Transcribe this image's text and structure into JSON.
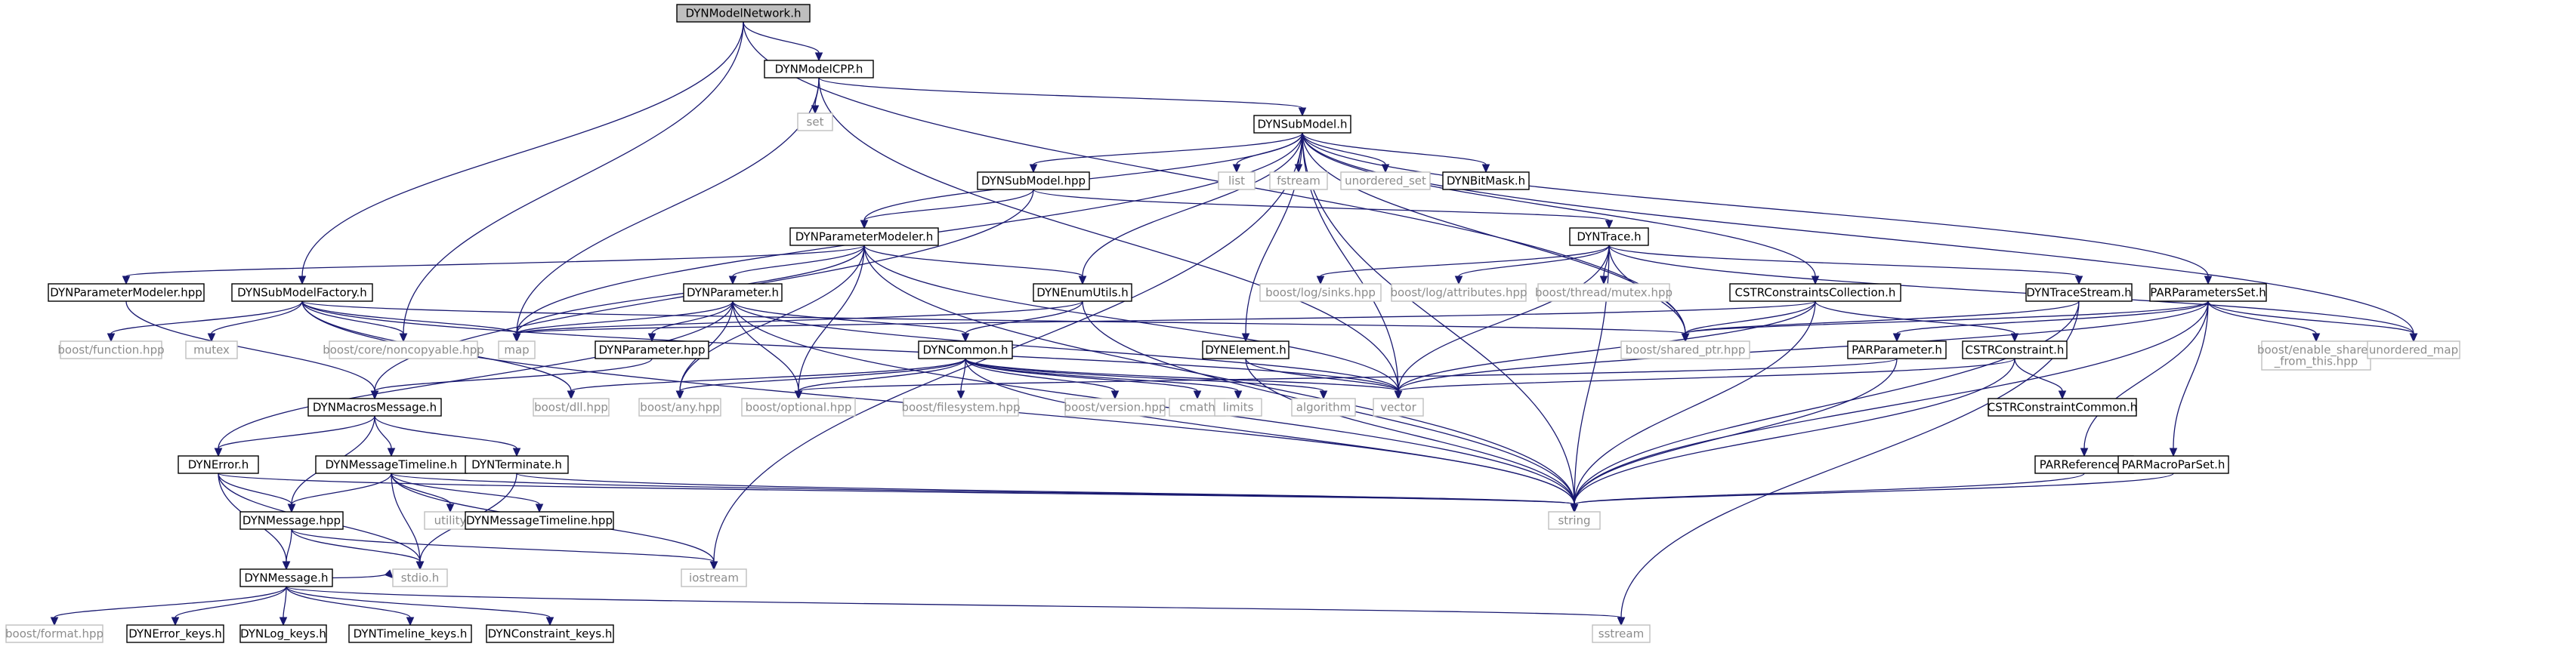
{
  "graph_title": "",
  "colors": {
    "edge": "#191970",
    "doc_border": "#000000",
    "sys_border": "#bfbfbf",
    "sys_text": "#8c8c8c",
    "root_fill": "#bfbfbf"
  },
  "nodes": [
    {
      "id": "n_modelnetwork",
      "label": "DYNModelNetwork.h",
      "kind": "root"
    },
    {
      "id": "n_modelcpp",
      "label": "DYNModelCPP.h",
      "kind": "doc"
    },
    {
      "id": "n_set",
      "label": "set",
      "kind": "sys"
    },
    {
      "id": "n_submodel_h",
      "label": "DYNSubModel.h",
      "kind": "doc"
    },
    {
      "id": "n_list",
      "label": "list",
      "kind": "sys"
    },
    {
      "id": "n_fstream",
      "label": "fstream",
      "kind": "sys"
    },
    {
      "id": "n_unordered_set",
      "label": "unordered_set",
      "kind": "sys"
    },
    {
      "id": "n_bitmask",
      "label": "DYNBitMask.h",
      "kind": "doc"
    },
    {
      "id": "n_submodel_hpp",
      "label": "DYNSubModel.hpp",
      "kind": "doc"
    },
    {
      "id": "n_parammodeler_h",
      "label": "DYNParameterModeler.h",
      "kind": "doc"
    },
    {
      "id": "n_trace_h",
      "label": "DYNTrace.h",
      "kind": "doc"
    },
    {
      "id": "n_parammodeler_hpp",
      "label": "DYNParameterModeler.hpp",
      "kind": "doc"
    },
    {
      "id": "n_submodelfactory",
      "label": "DYNSubModelFactory.h",
      "kind": "doc"
    },
    {
      "id": "n_parameter_h",
      "label": "DYNParameter.h",
      "kind": "doc"
    },
    {
      "id": "n_enumutils",
      "label": "DYNEnumUtils.h",
      "kind": "doc"
    },
    {
      "id": "n_log_sinks",
      "label": "boost/log/sinks.hpp",
      "kind": "sys"
    },
    {
      "id": "n_log_attrs",
      "label": "boost/log/attributes.hpp",
      "kind": "sys"
    },
    {
      "id": "n_thread_mutex",
      "label": "boost/thread/mutex.hpp",
      "kind": "sys"
    },
    {
      "id": "n_cstr_collection",
      "label": "CSTRConstraintsCollection.h",
      "kind": "doc"
    },
    {
      "id": "n_tracestream",
      "label": "DYNTraceStream.h",
      "kind": "doc"
    },
    {
      "id": "n_parparamset",
      "label": "PARParametersSet.h",
      "kind": "doc"
    },
    {
      "id": "n_boost_function",
      "label": "boost/function.hpp",
      "kind": "sys"
    },
    {
      "id": "n_mutex",
      "label": "mutex",
      "kind": "sys"
    },
    {
      "id": "n_noncopyable",
      "label": "boost/core/noncopyable.hpp",
      "kind": "sys"
    },
    {
      "id": "n_map",
      "label": "map",
      "kind": "sys"
    },
    {
      "id": "n_parameter_hpp",
      "label": "DYNParameter.hpp",
      "kind": "doc"
    },
    {
      "id": "n_common",
      "label": "DYNCommon.h",
      "kind": "doc"
    },
    {
      "id": "n_element",
      "label": "DYNElement.h",
      "kind": "doc"
    },
    {
      "id": "n_shared_ptr",
      "label": "boost/shared_ptr.hpp",
      "kind": "sys"
    },
    {
      "id": "n_parparameter",
      "label": "PARParameter.h",
      "kind": "doc"
    },
    {
      "id": "n_cstr_constraint",
      "label": "CSTRConstraint.h",
      "kind": "doc"
    },
    {
      "id": "n_enable_shared",
      "label": "boost/enable_shared\n_from_this.hpp",
      "kind": "sys"
    },
    {
      "id": "n_unordered_map",
      "label": "unordered_map",
      "kind": "sys"
    },
    {
      "id": "n_dll",
      "label": "boost/dll.hpp",
      "kind": "sys"
    },
    {
      "id": "n_macrosmessage",
      "label": "DYNMacrosMessage.h",
      "kind": "doc"
    },
    {
      "id": "n_any",
      "label": "boost/any.hpp",
      "kind": "sys"
    },
    {
      "id": "n_optional",
      "label": "boost/optional.hpp",
      "kind": "sys"
    },
    {
      "id": "n_filesystem",
      "label": "boost/filesystem.hpp",
      "kind": "sys"
    },
    {
      "id": "n_version",
      "label": "boost/version.hpp",
      "kind": "sys"
    },
    {
      "id": "n_cmath",
      "label": "cmath",
      "kind": "sys"
    },
    {
      "id": "n_limits",
      "label": "limits",
      "kind": "sys"
    },
    {
      "id": "n_algorithm",
      "label": "algorithm",
      "kind": "sys"
    },
    {
      "id": "n_vector",
      "label": "vector",
      "kind": "sys"
    },
    {
      "id": "n_cstr_common",
      "label": "CSTRConstraintCommon.h",
      "kind": "doc"
    },
    {
      "id": "n_error",
      "label": "DYNError.h",
      "kind": "doc"
    },
    {
      "id": "n_msgtimeline_h",
      "label": "DYNMessageTimeline.h",
      "kind": "doc"
    },
    {
      "id": "n_terminate",
      "label": "DYNTerminate.h",
      "kind": "doc"
    },
    {
      "id": "n_utility",
      "label": "utility",
      "kind": "sys"
    },
    {
      "id": "n_message_hpp",
      "label": "DYNMessage.hpp",
      "kind": "doc"
    },
    {
      "id": "n_msgtimeline_hpp",
      "label": "DYNMessageTimeline.hpp",
      "kind": "doc"
    },
    {
      "id": "n_string",
      "label": "string",
      "kind": "sys"
    },
    {
      "id": "n_parreference",
      "label": "PARReference.h",
      "kind": "doc"
    },
    {
      "id": "n_parmacroparset",
      "label": "PARMacroParSet.h",
      "kind": "doc"
    },
    {
      "id": "n_stdio",
      "label": "stdio.h",
      "kind": "sys"
    },
    {
      "id": "n_iostream",
      "label": "iostream",
      "kind": "sys"
    },
    {
      "id": "n_message_h",
      "label": "DYNMessage.h",
      "kind": "doc"
    },
    {
      "id": "n_boost_format",
      "label": "boost/format.hpp",
      "kind": "sys"
    },
    {
      "id": "n_error_keys",
      "label": "DYNError_keys.h",
      "kind": "doc"
    },
    {
      "id": "n_log_keys",
      "label": "DYNLog_keys.h",
      "kind": "doc"
    },
    {
      "id": "n_timeline_keys",
      "label": "DYNTimeline_keys.h",
      "kind": "doc"
    },
    {
      "id": "n_constraint_keys",
      "label": "DYNConstraint_keys.h",
      "kind": "doc"
    },
    {
      "id": "n_sstream",
      "label": "sstream",
      "kind": "sys"
    }
  ],
  "edges": [
    [
      "n_modelnetwork",
      "n_modelcpp"
    ],
    [
      "n_modelnetwork",
      "n_submodelfactory"
    ],
    [
      "n_modelnetwork",
      "n_noncopyable"
    ],
    [
      "n_modelnetwork",
      "n_shared_ptr"
    ],
    [
      "n_modelcpp",
      "n_set"
    ],
    [
      "n_modelcpp",
      "n_submodel_h"
    ],
    [
      "n_modelcpp",
      "n_map"
    ],
    [
      "n_modelcpp",
      "n_vector"
    ],
    [
      "n_submodel_h",
      "n_list"
    ],
    [
      "n_submodel_h",
      "n_fstream"
    ],
    [
      "n_submodel_h",
      "n_unordered_set"
    ],
    [
      "n_submodel_h",
      "n_bitmask"
    ],
    [
      "n_submodel_h",
      "n_submodel_hpp"
    ],
    [
      "n_submodel_h",
      "n_parammodeler_h"
    ],
    [
      "n_submodel_h",
      "n_enumutils"
    ],
    [
      "n_submodel_h",
      "n_cstr_collection"
    ],
    [
      "n_submodel_h",
      "n_parparamset"
    ],
    [
      "n_submodel_h",
      "n_element"
    ],
    [
      "n_submodel_h",
      "n_map"
    ],
    [
      "n_submodel_h",
      "n_vector"
    ],
    [
      "n_submodel_h",
      "n_unordered_map"
    ],
    [
      "n_submodel_h",
      "n_string"
    ],
    [
      "n_submodel_h",
      "n_iostream"
    ],
    [
      "n_submodel_h",
      "n_shared_ptr"
    ],
    [
      "n_submodel_hpp",
      "n_parammodeler_h"
    ],
    [
      "n_submodel_hpp",
      "n_trace_h"
    ],
    [
      "n_submodel_hpp",
      "n_macrosmessage"
    ],
    [
      "n_parammodeler_h",
      "n_parammodeler_hpp"
    ],
    [
      "n_parammodeler_h",
      "n_parameter_h"
    ],
    [
      "n_parammodeler_h",
      "n_enumutils"
    ],
    [
      "n_parammodeler_h",
      "n_map"
    ],
    [
      "n_parammodeler_h",
      "n_any"
    ],
    [
      "n_parammodeler_h",
      "n_optional"
    ],
    [
      "n_parammodeler_h",
      "n_vector"
    ],
    [
      "n_parammodeler_h",
      "n_string"
    ],
    [
      "n_parammodeler_hpp",
      "n_macrosmessage"
    ],
    [
      "n_trace_h",
      "n_log_sinks"
    ],
    [
      "n_trace_h",
      "n_log_attrs"
    ],
    [
      "n_trace_h",
      "n_thread_mutex"
    ],
    [
      "n_trace_h",
      "n_tracestream"
    ],
    [
      "n_trace_h",
      "n_shared_ptr"
    ],
    [
      "n_trace_h",
      "n_unordered_map"
    ],
    [
      "n_trace_h",
      "n_string"
    ],
    [
      "n_trace_h",
      "n_vector"
    ],
    [
      "n_submodelfactory",
      "n_boost_function"
    ],
    [
      "n_submodelfactory",
      "n_mutex"
    ],
    [
      "n_submodelfactory",
      "n_noncopyable"
    ],
    [
      "n_submodelfactory",
      "n_map"
    ],
    [
      "n_submodelfactory",
      "n_dll"
    ],
    [
      "n_submodelfactory",
      "n_shared_ptr"
    ],
    [
      "n_submodelfactory",
      "n_vector"
    ],
    [
      "n_submodelfactory",
      "n_string"
    ],
    [
      "n_parameter_h",
      "n_parameter_hpp"
    ],
    [
      "n_parameter_h",
      "n_common"
    ],
    [
      "n_parameter_h",
      "n_map"
    ],
    [
      "n_parameter_h",
      "n_error"
    ],
    [
      "n_parameter_h",
      "n_any"
    ],
    [
      "n_parameter_h",
      "n_optional"
    ],
    [
      "n_parameter_h",
      "n_vector"
    ],
    [
      "n_parameter_h",
      "n_string"
    ],
    [
      "n_parameter_hpp",
      "n_macrosmessage"
    ],
    [
      "n_enumutils",
      "n_common"
    ],
    [
      "n_enumutils",
      "n_string"
    ],
    [
      "n_enumutils",
      "n_map"
    ],
    [
      "n_common",
      "n_dll"
    ],
    [
      "n_common",
      "n_any"
    ],
    [
      "n_common",
      "n_optional"
    ],
    [
      "n_common",
      "n_filesystem"
    ],
    [
      "n_common",
      "n_version"
    ],
    [
      "n_common",
      "n_cmath"
    ],
    [
      "n_common",
      "n_limits"
    ],
    [
      "n_common",
      "n_algorithm"
    ],
    [
      "n_common",
      "n_vector"
    ],
    [
      "n_common",
      "n_string"
    ],
    [
      "n_element",
      "n_vector"
    ],
    [
      "n_element",
      "n_string"
    ],
    [
      "n_cstr_collection",
      "n_cstr_constraint"
    ],
    [
      "n_cstr_collection",
      "n_shared_ptr"
    ],
    [
      "n_cstr_collection",
      "n_map"
    ],
    [
      "n_cstr_collection",
      "n_vector"
    ],
    [
      "n_cstr_collection",
      "n_string"
    ],
    [
      "n_tracestream",
      "n_shared_ptr"
    ],
    [
      "n_tracestream",
      "n_string"
    ],
    [
      "n_tracestream",
      "n_sstream"
    ],
    [
      "n_parparamset",
      "n_parparameter"
    ],
    [
      "n_parparamset",
      "n_parreference"
    ],
    [
      "n_parparamset",
      "n_parmacroparset"
    ],
    [
      "n_parparamset",
      "n_enable_shared"
    ],
    [
      "n_parparamset",
      "n_unordered_map"
    ],
    [
      "n_parparamset",
      "n_shared_ptr"
    ],
    [
      "n_parparamset",
      "n_vector"
    ],
    [
      "n_parparamset",
      "n_string"
    ],
    [
      "n_parparameter",
      "n_optional"
    ],
    [
      "n_parparameter",
      "n_string"
    ],
    [
      "n_cstr_constraint",
      "n_cstr_common"
    ],
    [
      "n_cstr_constraint",
      "n_vector"
    ],
    [
      "n_cstr_constraint",
      "n_string"
    ],
    [
      "n_parreference",
      "n_string"
    ],
    [
      "n_parmacroparset",
      "n_string"
    ],
    [
      "n_macrosmessage",
      "n_error"
    ],
    [
      "n_macrosmessage",
      "n_msgtimeline_h"
    ],
    [
      "n_macrosmessage",
      "n_terminate"
    ],
    [
      "n_macrosmessage",
      "n_message_hpp"
    ],
    [
      "n_error",
      "n_message_h"
    ],
    [
      "n_error",
      "n_stdio"
    ],
    [
      "n_error",
      "n_message_hpp"
    ],
    [
      "n_error",
      "n_string"
    ],
    [
      "n_msgtimeline_h",
      "n_message_hpp"
    ],
    [
      "n_msgtimeline_h",
      "n_msgtimeline_hpp"
    ],
    [
      "n_msgtimeline_h",
      "n_utility"
    ],
    [
      "n_msgtimeline_h",
      "n_stdio"
    ],
    [
      "n_msgtimeline_h",
      "n_iostream"
    ],
    [
      "n_msgtimeline_h",
      "n_string"
    ],
    [
      "n_terminate",
      "n_string"
    ],
    [
      "n_terminate",
      "n_stdio"
    ],
    [
      "n_message_hpp",
      "n_message_h"
    ],
    [
      "n_message_hpp",
      "n_stdio"
    ],
    [
      "n_message_hpp",
      "n_iostream"
    ],
    [
      "n_message_h",
      "n_boost_format"
    ],
    [
      "n_message_h",
      "n_error_keys"
    ],
    [
      "n_message_h",
      "n_log_keys"
    ],
    [
      "n_message_h",
      "n_timeline_keys"
    ],
    [
      "n_message_h",
      "n_constraint_keys"
    ],
    [
      "n_message_h",
      "n_sstream"
    ],
    [
      "n_message_h",
      "n_stdio"
    ]
  ]
}
